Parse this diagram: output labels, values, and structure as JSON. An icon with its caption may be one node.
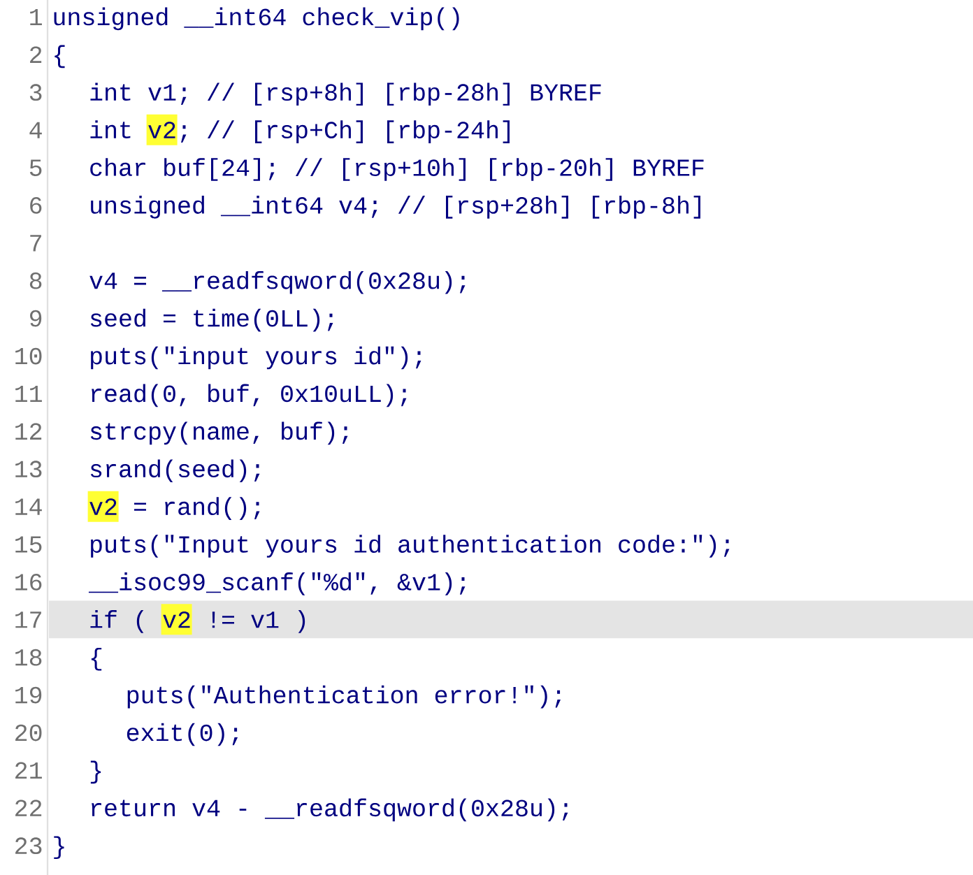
{
  "diagram": {
    "labels": [
      "1",
      "unsigned __int64 check_vip()",
      "2",
      "{",
      "3",
      "int v1; // [rsp+8h] [rbp-28h] BYREF",
      "4",
      "int v2; // [rsp+Ch] [rbp-24h]",
      "5",
      "char buf[24]; // [rsp+10h] [rbp-20h] BYREF",
      "6",
      "unsigned __int64 v4; // [rsp+28h] [rbp-8h]",
      "7",
      "8",
      "v4 = __readfsqword(0x28u);",
      "9",
      "seed = time(0LL);",
      "10",
      "puts(\"input yours id\");",
      "11",
      "read(0, buf, 0x10uLL);",
      "12",
      "strcpy(name, buf);",
      "13",
      "srand(seed);",
      "14",
      "v2 = rand();",
      "15",
      "puts(\"Input yours id authentication code:\");",
      "16",
      "__isoc99_scanf(\"%d\", &v1);",
      "17",
      "if ( v2 != v1 )",
      "18",
      "{",
      "19",
      "puts(\"Authentication error!\");",
      "20",
      "exit(0);",
      "21",
      "}",
      "22",
      "return v4 - __readfsqword(0x28u);",
      "23",
      "}"
    ]
  }
}
